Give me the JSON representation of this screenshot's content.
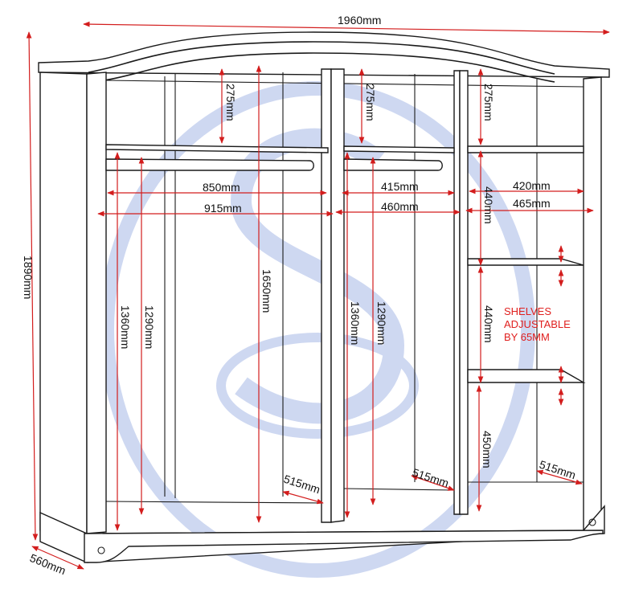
{
  "colors": {
    "dimension_line": "#d31d1d",
    "outline": "#1a1a1a",
    "watermark": "#c9d4f0",
    "note_text": "#e0201f"
  },
  "dimensions": {
    "overall_width": "1960mm",
    "overall_height": "1890mm",
    "overall_depth": "560mm",
    "left_top_space": "275mm",
    "middle_top_space": "275mm",
    "right_top_space": "275mm",
    "left_rail_width": "850mm",
    "left_inner_width": "915mm",
    "left_rail_height": "1290mm",
    "left_inner_height": "1360mm",
    "left_full_height": "1650mm",
    "left_depth": "515mm",
    "middle_rail_width": "415mm",
    "middle_inner_width": "460mm",
    "middle_inner_height": "1360mm",
    "middle_rail_height": "1290mm",
    "middle_depth": "515mm",
    "right_shelf_width": "420mm",
    "right_inner_width": "465mm",
    "right_shelf_gap_1": "440mm",
    "right_shelf_gap_2": "440mm",
    "right_bottom_gap": "450mm",
    "right_depth": "515mm"
  },
  "note": {
    "line1": "SHELVES",
    "line2": "ADJUSTABLE",
    "line3": "BY 65MM"
  },
  "watermark_icon": "s-logo-watermark-icon"
}
